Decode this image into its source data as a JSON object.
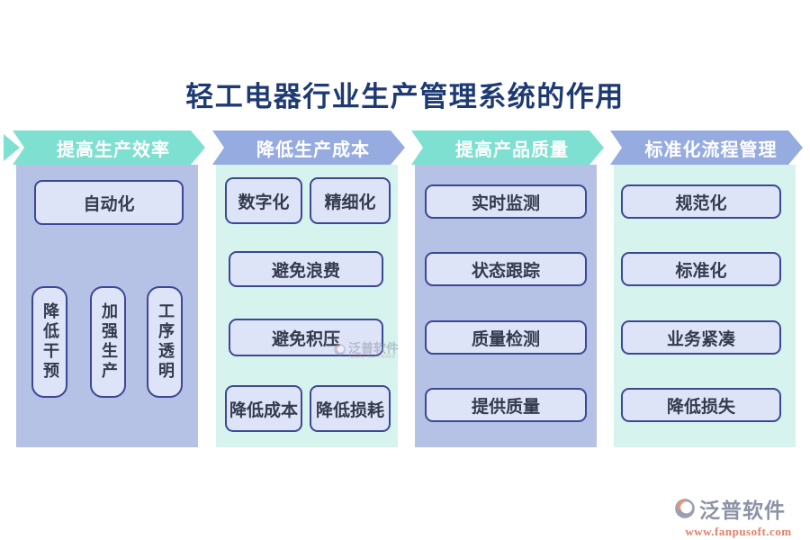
{
  "title": "轻工电器行业生产管理系统的作用",
  "columns": [
    {
      "header": "提高生产效率",
      "header_color": "#7de0d0",
      "body_color": "#b5c1e5",
      "items": [
        "自动化",
        "降低干预",
        "加强生产",
        "工序透明"
      ]
    },
    {
      "header": "降低生产成本",
      "header_color": "#96ace0",
      "body_color": "#d6f3ee",
      "items": [
        "数字化",
        "精细化",
        "避免浪费",
        "避免积压",
        "降低成本",
        "降低损耗"
      ]
    },
    {
      "header": "提高产品质量",
      "header_color": "#7de0d0",
      "body_color": "#b5c1e5",
      "items": [
        "实时监测",
        "状态跟踪",
        "质量检测",
        "提供质量"
      ]
    },
    {
      "header": "标准化流程管理",
      "header_color": "#96ace0",
      "body_color": "#d6f3ee",
      "items": [
        "规范化",
        "标准化",
        "业务紧凑",
        "降低损失"
      ]
    }
  ],
  "colors": {
    "title_text": "#1e3a73",
    "teal_band": "#7de0d0",
    "blue_band": "#96ace0",
    "blue_body": "#b5c1e5",
    "mint_body": "#d6f3ee",
    "box_fill": "#dee4f8",
    "box_border": "#3c4796",
    "box_text": "#353b4e",
    "brand_gray": "#8d93a6",
    "brand_salmon": "#e0806a"
  },
  "watermark": {
    "brand": "泛普软件",
    "sub": "FANPU SOFTWARE"
  },
  "footer": {
    "brand": "泛普软件",
    "url": "www.fanpusoft.com"
  }
}
